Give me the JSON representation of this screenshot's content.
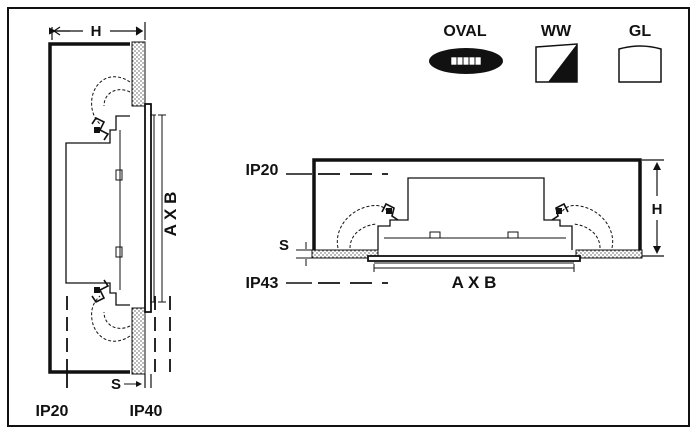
{
  "labels": {
    "h_left": "H",
    "axb_vertical": "A X B",
    "s_left": "S",
    "ip20_left": "IP20",
    "ip40": "IP40",
    "ip20_right": "IP20",
    "s_right": "S",
    "ip43": "IP43",
    "axb_horizontal": "A X B",
    "h_right": "H"
  },
  "legend": {
    "oval": "OVAL",
    "ww": "WW",
    "gl": "GL"
  },
  "colors": {
    "ink": "#111111",
    "background": "#ffffff"
  }
}
